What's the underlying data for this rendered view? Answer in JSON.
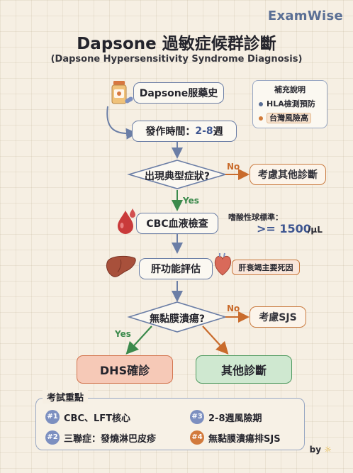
{
  "brand": "ExamWise",
  "title": "Dapsone 過敏症候群診斷",
  "subtitle": "(Dapsone Hypersensitivity Syndrome Diagnosis)",
  "flow": {
    "start": "Dapsone服藥史",
    "onset_prefix": "發作時間：",
    "onset_value": "2-8",
    "onset_suffix": " 週",
    "q1": "出現典型症狀?",
    "q1_no_label": "No",
    "q1_no_result": "考慮其他診斷",
    "q1_yes_label": "Yes",
    "cbc": "CBC血液檢查",
    "eos_label": "嗜酸性球標準：",
    "eos_value": ">= 1500",
    "eos_unit": "/μL",
    "liver": "肝功能評估",
    "liver_note": "肝衰竭主要死因",
    "q2": "無黏膜潰瘍?",
    "q2_no_label": "No",
    "q2_no_result": "考慮SJS",
    "q2_yes_label": "Yes",
    "result_yes": "DHS確診",
    "result_no": "其他診斷"
  },
  "note": {
    "title": "補充說明",
    "item1": "HLA檢測預防",
    "item2": "台灣風險高"
  },
  "summary": {
    "title": "考試重點",
    "items": [
      {
        "badge": "#1",
        "text": "CBC、LFT核心"
      },
      {
        "badge": "#3",
        "text": "2-8週風險期"
      },
      {
        "badge": "#2",
        "text": "三聯症：發燒淋巴皮疹"
      },
      {
        "badge": "#4",
        "text": "無黏膜潰瘍排SJS"
      }
    ]
  },
  "byline": "by",
  "colors": {
    "flow_blue": "#6b7ea6",
    "no_orange": "#c96b2c",
    "yes_green": "#3c8a4c",
    "dhs_fill": "#f6c9b7",
    "other_fill": "#cfe8d0"
  }
}
